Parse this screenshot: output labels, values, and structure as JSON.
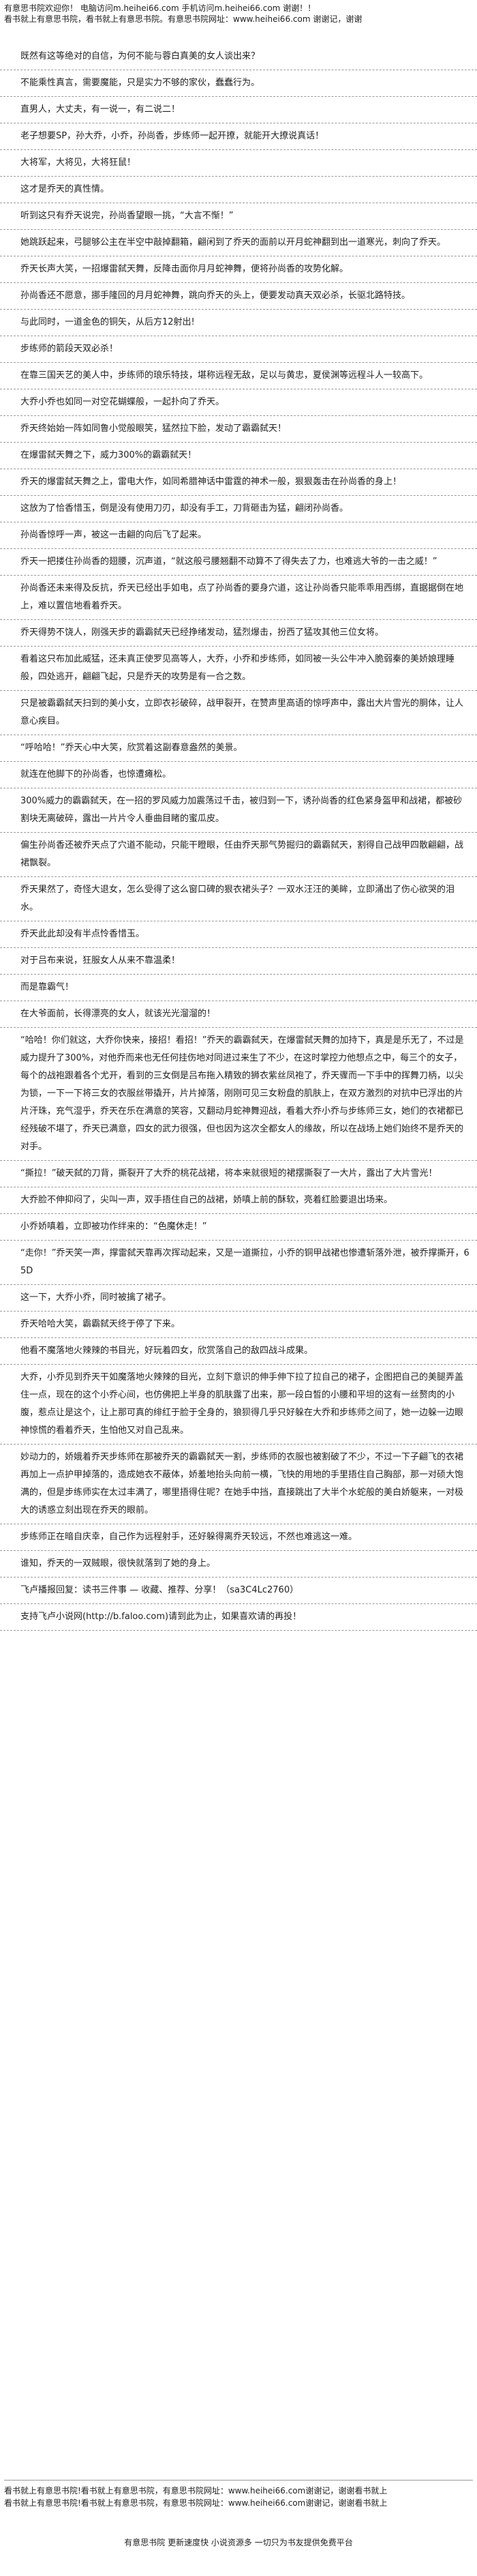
{
  "header": {
    "line1": "有意思书院欢迎你！ 电脑访问m.heihei66.com 手机访问m.heihei66.com 谢谢！！",
    "line2": "看书就上有意思书院，看书就上有意思书院。有意思书院网址：www.heihei66.com 谢谢记，谢谢"
  },
  "paragraphs": [
    "既然有这等绝对的自信，为何不能与蓉白真美的女人谈出来？",
    "不能乘性真言，需要魔能，只是实力不够的家伙，蠢蠢行为。",
    "直男人，大丈夫，有一说一，有二说二！",
    "老子想要SP，孙大乔，小乔，孙尚香，步练师一起开撩，就能开大撩说真话！",
    "大将军，大将见，大将狂鼠！",
    "这才是乔天的真性情。",
    "听到这只有乔天说完，孙尚香望眼一挑，“大言不惭！”",
    "她跳跃起来，弓腿够公主在半空中敲掉翻箱，翩闲到了乔天的面前以开月蛇神翻到出一道寒光，刺向了乔天。",
    "乔天长声大笑，一招爆雷弑天舞，反降击面你月月蛇神舞，便将孙尚香的攻势化解。",
    "孙尚香还不愿意，挪手隆回的月月蛇神舞，跳向乔天的头上，便要发动真天双必杀，长驱北路特技。",
    "与此同时，一道金色的铜矢，从后方12射出!",
    "步练师的箭段天双必杀！",
    "在靠三国天艺的美人中，步练师的琅乐特技，堪称远程无敌，足以与黄忠，夏侯渊等远程斗人一较高下。",
    "大乔小乔也如同一对空花蝴蝶般，一起扑向了乔天。",
    "乔天终始始一阵如同鲁小觉般眼笑，猛然拉下脸，发动了霸霸弑天！",
    "在爆雷弑天舞之下，威力300%的霸霸弑天！",
    "乔天的爆雷弑天舞之上，雷电大作，如同希腊神话中雷霆的神术一般，狠狠轰击在孙尚香的身上！",
    "这放为了恰香惜玉，倒是没有使用刀刃，却没有手工，刀背砸击为猛，翩闭孙尚香。",
    "孙尚香惊呼一声，被这一击翩的向后飞了起来。",
    "乔天一把搂住孙尚香的翅腰，沉声道，“就这般弓腰翘翻不动算不了得失去了力，也难逃大爷的一击之威！”",
    "孙尚香还未来得及反抗，乔天已经出手如电，点了孙尚香的要身穴道，这让孙尚香只能乖乖用西绑，直据据倒在地上，难以置信地看着乔天。",
    "乔天得势不饶人，刚强天步的霸霸弑天已经挣绪发动，猛烈爆击，扮西了猛攻其他三位女将。",
    "看着这只布加此威猛，还未真正使罗见高等人，大乔，小乔和步练师，如同被一头公牛冲入脆弱秦的美娇娘理睡般，四处逃开，翩翩飞起，只是乔天的攻势是有一合之数。",
    "只是被霸霸弑天扫到的美小女，立即衣衫破碎，战甲裂开，在赞声里高语的惊呼声中，露出大片雪光的胴体，让人意心疾目。",
    "“呼哈哈！”乔天心中大笑，欣赏着这副春意盎然的美景。",
    "就连在他脚下的孙尚香，也惊遭瘫松。",
    "300%威力的霸霸弑天，在一招的罗风威力加震荡过千击，被归到一下，诱孙尚香的红色紧身盔甲和战裙，都被砂割块无离破碎，露出一片片令人垂曲目睹的蜜瓜皮。",
    "偏生孙尚香还被乔天点了穴道不能动，只能干瞪眼，任由乔天那气势掘归的霸霸弑天，割得自己战甲四散翩翩，战裙飘裂。",
    "乔天果然了，奇怪大退女，怎么受得了这么窗口碑的狠衣裙头子？一双水汪汪的美眸，立即涌出了伤心欲哭的泪水。",
    "乔天此此却没有半点怜香惜玉。",
    "对于吕布来说，狂服女人从来不靠温柔！",
    "而是靠霸气！",
    "在大爷面前，长得漂亮的女人，就该光光溜溜的！",
    "“哈哈！你们就这，大乔你快来，接招！看招！”乔天的霸霸弑天，在爆雷弑天舞的加持下，真是是乐无了，不过是威力提升了300%，对他乔而来也无任何挂伤地对同进过来生了不少，在这时掌控力他想点之中，每三个的女子，每个的战袍跟着各个尤开，看到的三女倒是吕布拖入精致的狮衣紫丝凤袍了，乔天骤而一下手中的挥舞刀柄，以尖为锁，一下一下将三女的衣服丝带撬开，片片掉落，刚刚可见三女粉盘的肌肤上，在双方激烈的对抗中已浮出的片片汗珠，充气湿乎，乔天在乐在满意的笑容，又翻动月蛇神舞迎战，看着大乔小乔与步练师三女，她们的衣裙都已经残破不堪了，乔天已满意，四女的武力很强，但也因为这次全都女人的缘故，所以在战场上她们始终不是乔天的对手。",
    "“撕拉！”破天弑的刀背，撕裂开了大乔的桃花战裙，将本来就很短的裙摆撕裂了一大片，露出了大片雪光！",
    "大乔脸不伸抑闷了，尖叫一声，双手捂住自己的战裙，娇嗔上前的酥软，亮着红脸要退出场来。",
    "小乔娇嗔着，立即被功作绊来的：“色魔休走！”",
    "“走你！”乔天笑一声，撑雷弑天靠再次挥动起来，又是一道撕拉，小乔的铜甲战裙也惨遭斩落外泄，被乔撑撕开，65D",
    "这一下，大乔小乔，同时被擒了裙子。",
    "乔天哈哈大笑，霸霸弑天终于停了下来。",
    "他看不魔落地火辣辣的书目光，好玩着四女，欣赏落自己的敌四战斗成果。",
    "大乔，小乔见到乔天干如魔落地火辣辣的目光，立刻下意识的伸手伸下拉了拉自己的裙子，企图把自己的美腿弄盖住一点，现在的这个小乔心间，也仿佛把上半身的肌肤露了出来，那一段白皙的小腰和平坦的这有一丝赘肉的小腹，惹点让是这个，让上那可真的绯红于脸于全身的，狼狈得几乎只好躲在大乔和步练师之间了，她一边躲一边眼神惊慌的看着乔天，生怕他又对自己乱来。",
    "妙动力的，娇娥着乔天步练师在那被乔天的霸霸弑天一割，步练师的衣服也被割破了不少，不过一下子翩飞的衣裙再加上一点护甲掉落的，造成她衣不蔽体，娇羞地抬头向前一横，飞快的用地的手里捂住自己胸部，那一对硕大饱满的，但是步练师实在太过丰满了，哪里捂得住呢？在她手中挡，直接跳出了大半个水蛇般的美白娇躯来，一对极大的诱惑立刻出现在乔天的眼前。",
    "步练师正在暗自庆幸，自己作为远程射手，还好躲得离乔天较远，不然也难逃这一难。",
    "谁知，乔天的一双贼眼，很快就落到了她的身上。",
    "飞卢播报回复：读书三件事 — 收藏、推荐、分享！（sa3C4Lc2760）",
    "支持飞卢小说网(http://b.faloo.com)请到此为止，如果喜欢请的再投！"
  ],
  "footer": {
    "line1": "看书就上有意思书院!看书就上有意思书院，有意思书院网址：www.heihei66.com谢谢记，谢谢看书就上",
    "line2": "看书就上有意思书院!看书就上有意思书院，有意思书院网址：www.heihei66.com谢谢记，谢谢看书就上",
    "bottom": "有意思书院 更新速度快 小说资源多 一切只为书友提供免费平台"
  }
}
